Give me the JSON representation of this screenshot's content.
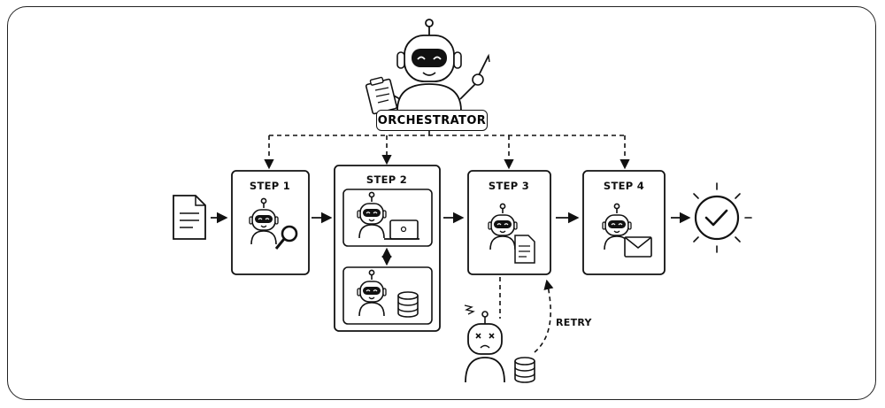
{
  "orchestrator": {
    "label": "ORCHESTRATOR"
  },
  "steps": [
    {
      "label": "STEP 1"
    },
    {
      "label": "STEP 2"
    },
    {
      "label": "STEP 3"
    },
    {
      "label": "STEP 4"
    }
  ],
  "retry": {
    "label": "RETRY"
  },
  "icons": [
    "document-icon",
    "robot-icon",
    "magnifier-icon",
    "laptop-icon",
    "database-icon",
    "clipboard-icon",
    "envelope-icon",
    "checkmark-icon",
    "pointer-icon"
  ],
  "colors": {
    "ink": "#111111",
    "background": "#ffffff",
    "screen": "#111111"
  }
}
